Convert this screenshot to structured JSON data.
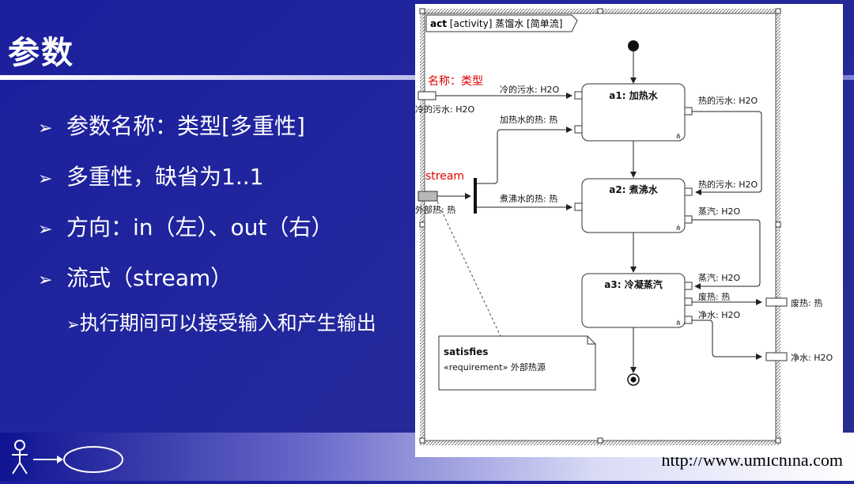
{
  "slide": {
    "title": "参数",
    "bullets": [
      "参数名称：类型[多重性]",
      "多重性，缺省为1..1",
      "方向：in（左）、out（右）",
      "流式（stream）"
    ],
    "sub_bullet": "执行期间可以接受输入和产生输出",
    "url": "http://www.umlchina.com"
  },
  "diagram": {
    "frame_label_act": "act",
    "frame_label_rest": "[activity] 蒸馏水 [简单流]",
    "annot_name_type": "名称：类型",
    "annot_stream": "stream",
    "param_in_cold": "冷的污水: H2O",
    "param_in_heat": "外部热: 热",
    "param_out_waste": "废热: 热",
    "param_out_clean": "净水: H2O",
    "a1": {
      "title": "a1: 加热水",
      "pin_in1": "冷的污水: H2O",
      "pin_in2": "加热水的热: 热",
      "pin_out": "热的污水: H2O"
    },
    "a2": {
      "title": "a2: 煮沸水",
      "pin_in1": "热的污水: H2O",
      "pin_in2": "煮沸水的热: 热",
      "pin_out": "蒸汽: H2O"
    },
    "a3": {
      "title": "a3: 冷凝蒸汽",
      "pin_in": "蒸汽: H2O",
      "pin_out1": "废热: 热",
      "pin_out2": "净水: H2O"
    },
    "note": {
      "title": "satisfies",
      "body": "«requirement» 外部热源"
    },
    "colors": {
      "annotation": "#e00000",
      "frame_gray": "#8c8c8c",
      "param_fill": "#b8b8b8"
    }
  }
}
